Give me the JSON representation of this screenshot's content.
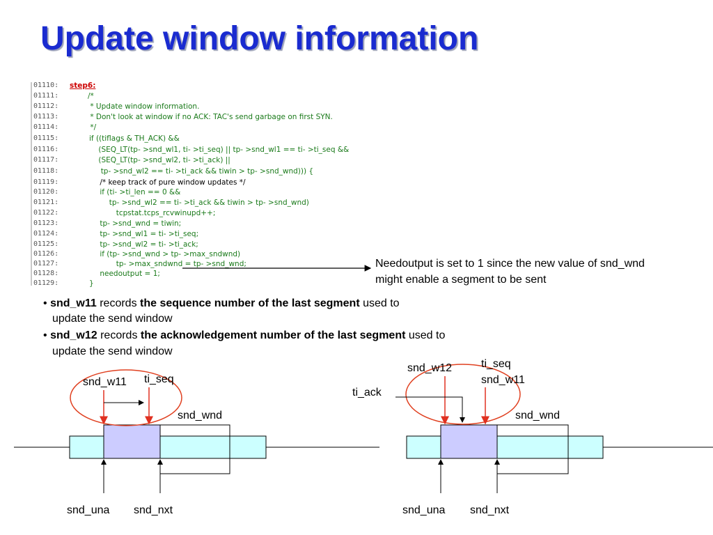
{
  "title": "Update window information",
  "code": {
    "lines": [
      {
        "no": "01110:",
        "text": "step6:"
      },
      {
        "no": "01111:",
        "text": "/*"
      },
      {
        "no": "01112:",
        "text": " * Update window information."
      },
      {
        "no": "01113:",
        "text": " * Don't look at window if no ACK: TAC's send garbage on first SYN."
      },
      {
        "no": "01114:",
        "text": " */"
      },
      {
        "no": "01115:",
        "text": "if ((tiflags & TH_ACK) &&"
      },
      {
        "no": "01116:",
        "text": "    (SEQ_LT(tp- >snd_wl1, ti- >ti_seq) || tp- >snd_wl1 == ti- >ti_seq &&"
      },
      {
        "no": "01117:",
        "text": "    (SEQ_LT(tp- >snd_wl2, ti- >ti_ack) ||"
      },
      {
        "no": "01118:",
        "text": "     tp- >snd_wl2 == ti- >ti_ack && tiwin > tp- >snd_wnd))) {"
      },
      {
        "no": "01119:",
        "text": "    /* keep track of pure window updates */"
      },
      {
        "no": "01120:",
        "text": "    if (ti- >ti_len == 0 &&"
      },
      {
        "no": "01121:",
        "text": "        tp- >snd_wl2 == ti- >ti_ack && tiwin > tp- >snd_wnd)"
      },
      {
        "no": "01122:",
        "text": "           tcpstat.tcps_rcvwinupd++;"
      },
      {
        "no": "01123:",
        "text": "    tp- >snd_wnd = tiwin;"
      },
      {
        "no": "01124:",
        "text": "    tp- >snd_wl1 = ti- >ti_seq;"
      },
      {
        "no": "01125:",
        "text": "    tp- >snd_wl2 = ti- >ti_ack;"
      },
      {
        "no": "01126:",
        "text": "    if (tp- >snd_wnd > tp- >max_sndwnd)"
      },
      {
        "no": "01127:",
        "text": "           tp- >max_sndwnd = tp- >snd_wnd;"
      },
      {
        "no": "01128:",
        "text": "    needoutput = 1;"
      },
      {
        "no": "01129:",
        "text": "}"
      }
    ]
  },
  "note": {
    "line1": "Needoutput is set to 1 since the new value of snd_wnd",
    "line2": "might enable a segment to be sent"
  },
  "bullets": [
    {
      "marker": "•",
      "term": "snd_w11",
      "mid": " records ",
      "bold": "the sequence number of the last segment",
      "tail": " used to",
      "cont": "update the send window"
    },
    {
      "marker": "•",
      "term": "snd_w12",
      "mid": " records ",
      "bold": "the acknowledgement number of the last segment",
      "tail": " used to",
      "cont": "update the send window"
    }
  ],
  "diagram_left": {
    "snd_w11": "snd_w11",
    "ti_seq": "ti_seq",
    "snd_wnd": "snd_wnd",
    "snd_una": "snd_una",
    "snd_nxt": "snd_nxt"
  },
  "diagram_right": {
    "snd_w12": "snd_w12",
    "ti_seq": "ti_seq",
    "snd_w11": "snd_w11",
    "ti_ack": "ti_ack",
    "snd_wnd": "snd_wnd",
    "snd_una": "snd_una",
    "snd_nxt": "snd_nxt"
  },
  "colors": {
    "title": "#1a2bd0",
    "window_fill": "#ccffff",
    "segment_fill": "#ccccff",
    "circle": "#e04020",
    "arrow_red": "#e03020"
  }
}
